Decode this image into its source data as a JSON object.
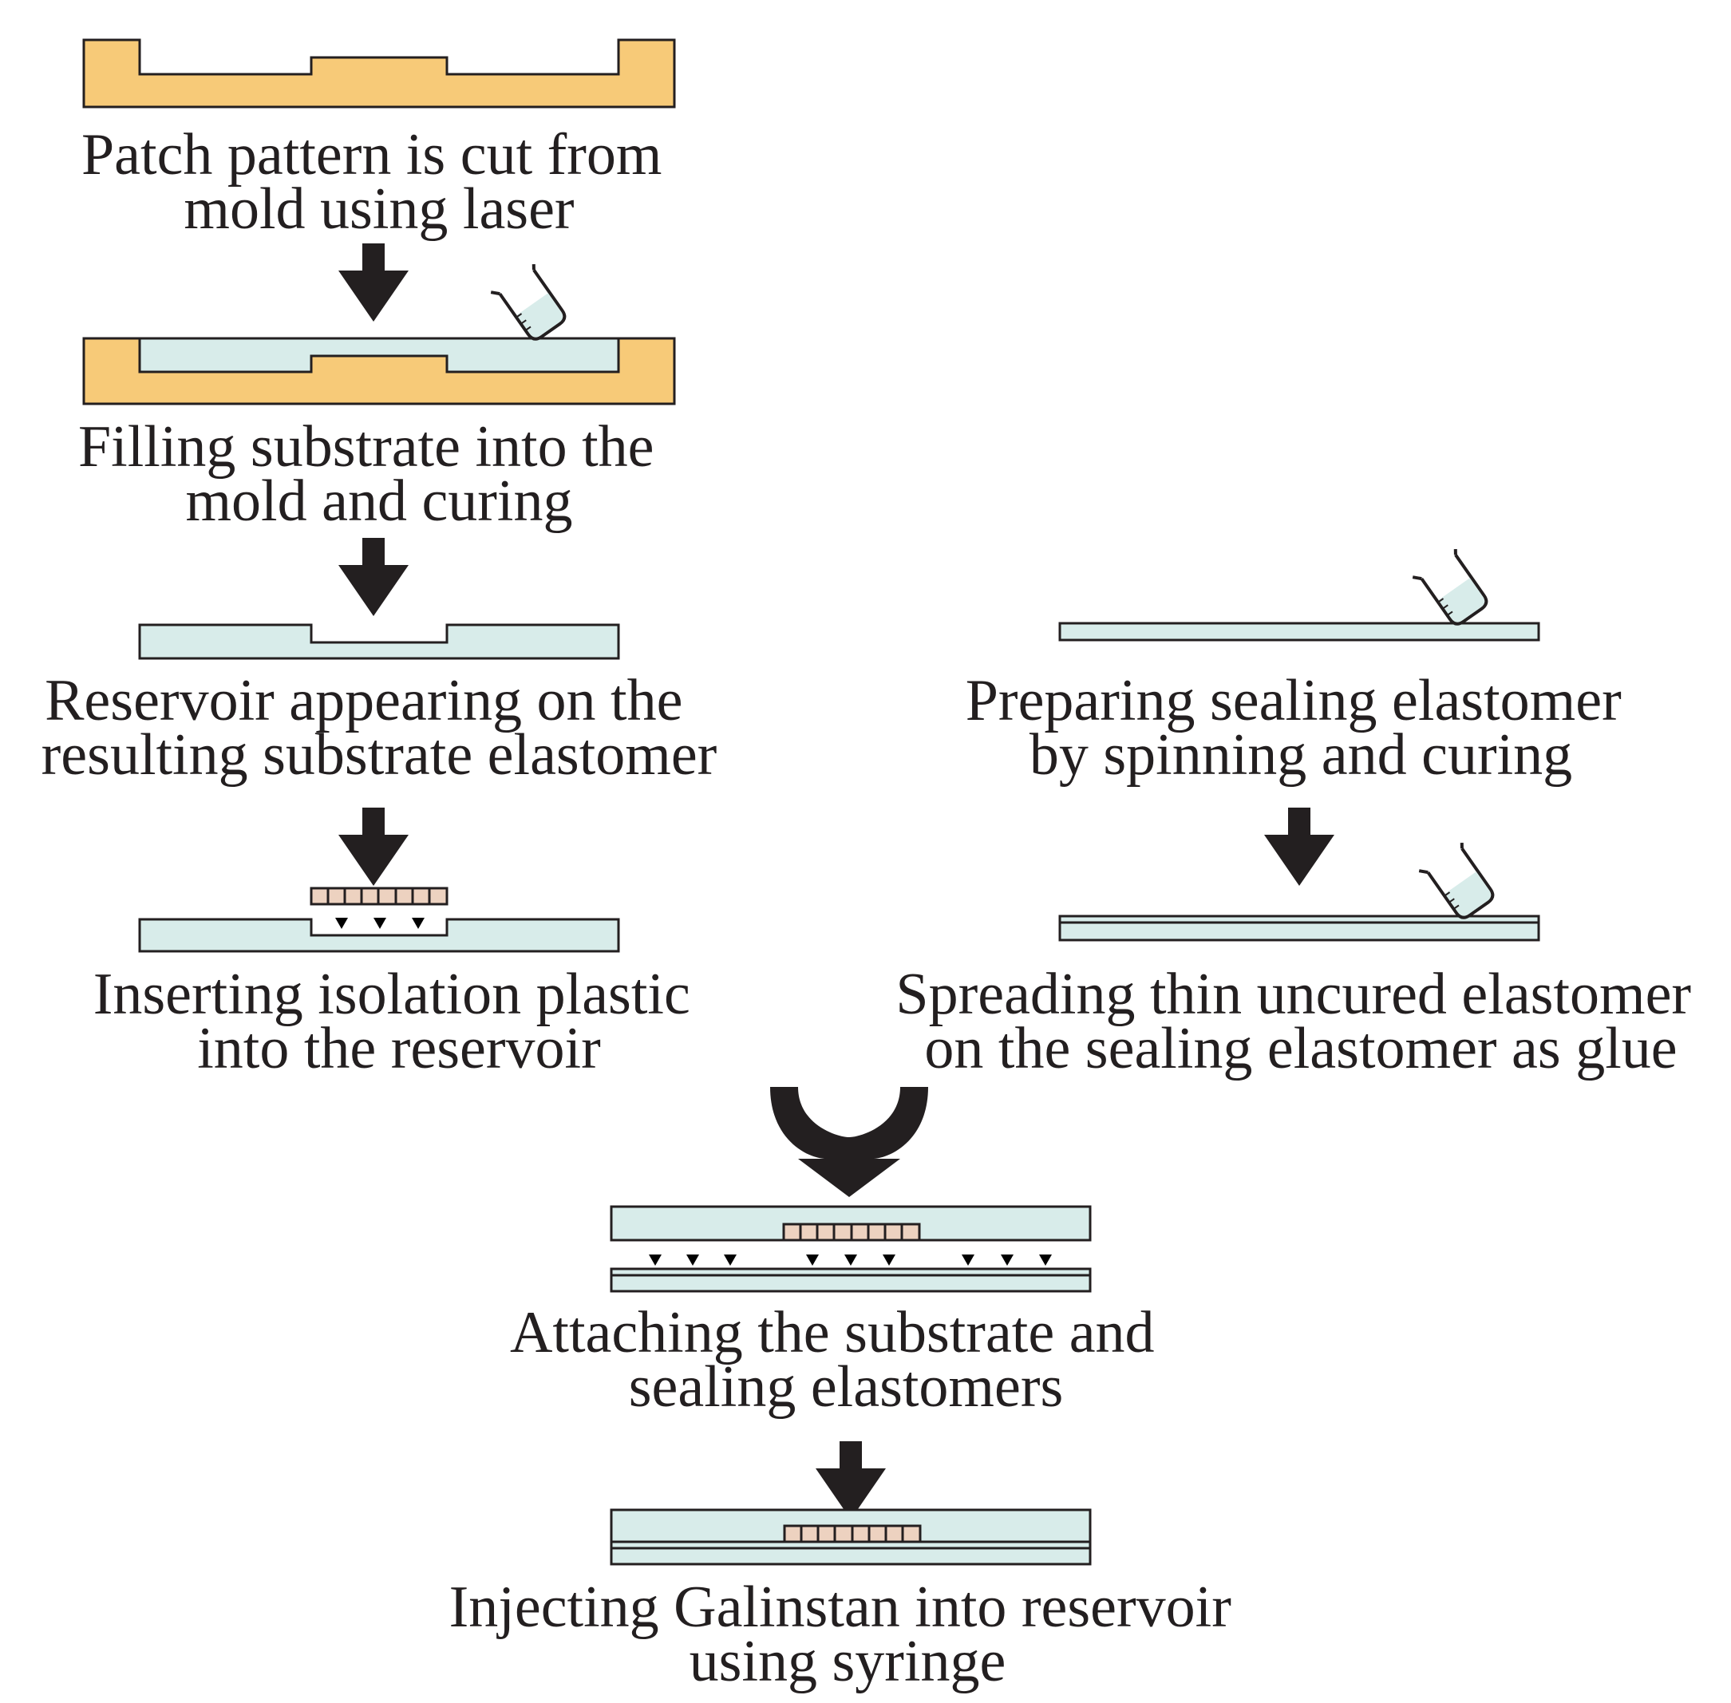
{
  "steps": {
    "cut_mold": {
      "line1": "Patch pattern is cut from",
      "line2": "mold using laser"
    },
    "fill_substrate": {
      "line1": "Filling substrate into the",
      "line2": "mold and curing"
    },
    "reservoir": {
      "line1": "Reservoir appearing on the",
      "line2": "resulting substrate elastomer"
    },
    "insert_plastic": {
      "line1": "Inserting isolation plastic",
      "line2": "into the reservoir"
    },
    "prepare_sealing": {
      "line1": "Preparing sealing elastomer",
      "line2": "by spinning and curing"
    },
    "spread_glue": {
      "line1": "Spreading thin uncured elastomer",
      "line2": "on the sealing elastomer as glue"
    },
    "attach": {
      "line1": "Attaching the substrate and",
      "line2": "sealing elastomers"
    },
    "inject": {
      "line1": "Injecting Galinstan into reservoir",
      "line2": "using syringe"
    }
  },
  "colors": {
    "mold": "#f7ca78",
    "elastomer": "#d8ecea",
    "isolation_plastic": "#edd2c0",
    "ink": "#231f20"
  },
  "icons": [
    "beaker-icon",
    "down-arrow-icon",
    "merge-arrow-icon",
    "small-down-arrow-icon"
  ]
}
